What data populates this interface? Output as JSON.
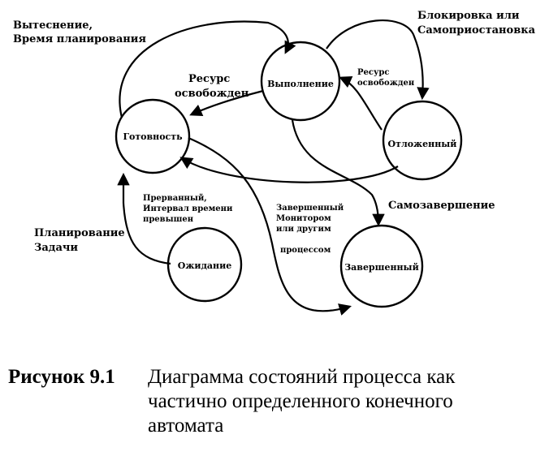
{
  "states": {
    "ready": "Готовность",
    "running": "Выполнение",
    "suspended": "Отложенный",
    "waiting": "Ожидание",
    "terminated": "Завершенный"
  },
  "labels": {
    "preemption_1": "Вытеснение,",
    "preemption_2": "Время планирования",
    "blocking_1": "Блокировка или",
    "blocking_2": "Самоприостановка",
    "released_1": "Ресурс",
    "released_2": "освобожден",
    "released_small_1": "Ресурс",
    "released_small_2": "освобожден",
    "interrupted_1": "Прерванный,",
    "interrupted_2": "Интервал времени",
    "interrupted_3": "превышен",
    "scheduling_1": "Планирование",
    "scheduling_2": "Задачи",
    "self_termination": "Самозавершение",
    "killed_1": "Завершенный",
    "killed_2": "Монитором",
    "killed_3": "или другим",
    "killed_4": "процессом"
  },
  "caption": {
    "number": "Рисунок 9.1",
    "line1": "Диаграмма состояний процесса как",
    "line2": "частично определенного конечного",
    "line3": "автомата"
  }
}
